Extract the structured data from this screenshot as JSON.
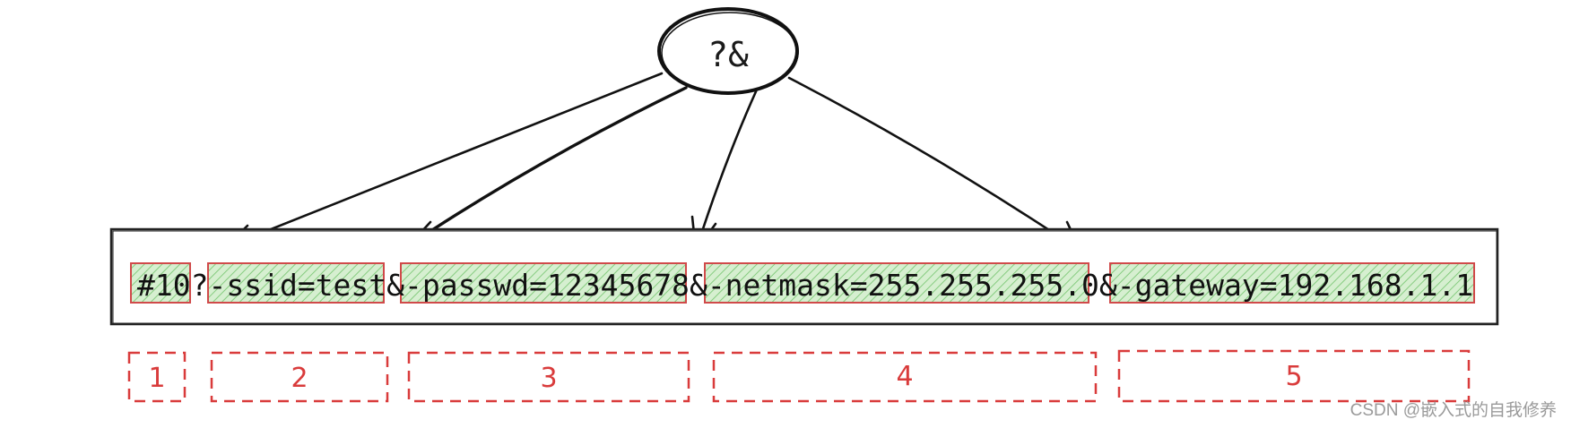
{
  "center_node": {
    "label": "?&"
  },
  "segments": [
    {
      "text": "#10",
      "index": "1"
    },
    {
      "text": "?"
    },
    {
      "text": "-ssid=test",
      "index": "2"
    },
    {
      "text": "&"
    },
    {
      "text": "-passwd=12345678",
      "index": "3"
    },
    {
      "text": "&"
    },
    {
      "text": "-netmask=255.255.255.0",
      "index": "4"
    },
    {
      "text": "&"
    },
    {
      "text": "-gateway=192.168.1.1",
      "index": "5"
    }
  ],
  "watermark": "CSDN @嵌入式的自我修养",
  "colors": {
    "highlight_fill": "#c9e8c3",
    "highlight_hatch": "#8fd18a",
    "highlight_border": "#d04a4a",
    "dashed_box": "#d93b3b",
    "ink": "#1a1a1a",
    "watermark": "#9a9a9a"
  }
}
